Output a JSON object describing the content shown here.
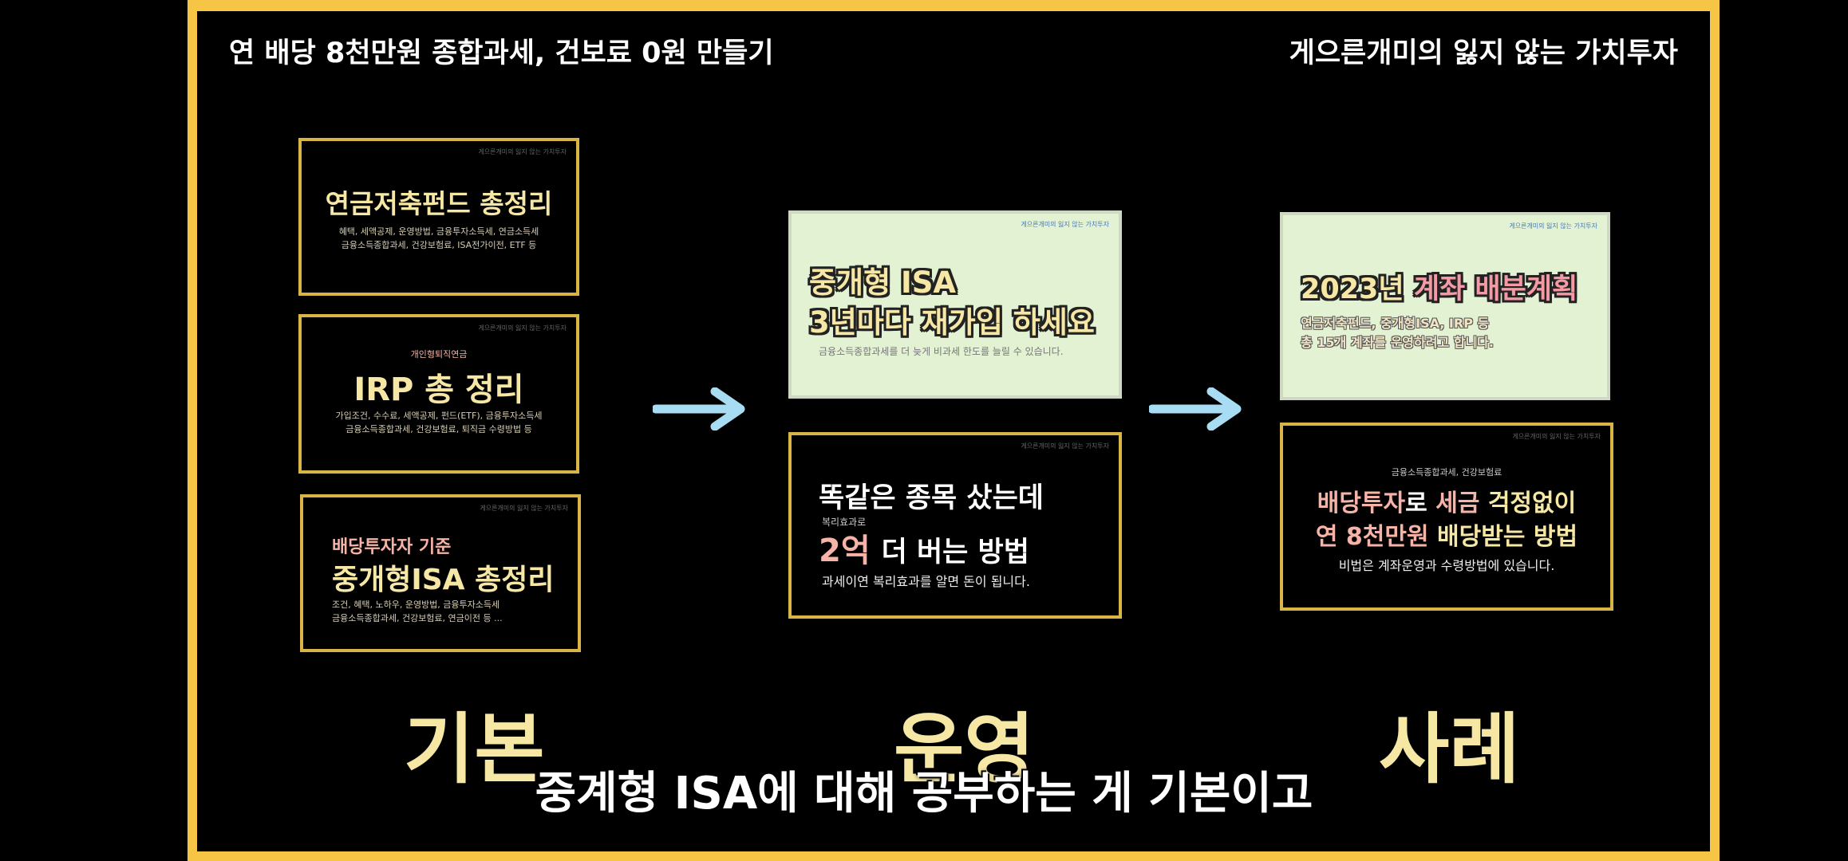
{
  "header": {
    "left_title": "연 배당 8천만원 종합과세, 건보료 0원 만들기",
    "right_title": "게으른개미의 잃지 않는 가치투자"
  },
  "cards": {
    "pension": {
      "title": "연금저축펀드 총정리",
      "line1": "혜택, 세액공제, 운영방법, 금융투자소득세, 연금소득세",
      "line2": "금융소득종합과세, 건강보험료, ISA전가이전, ETF 등"
    },
    "irp": {
      "pre": "개인형퇴직연금",
      "title": "IRP 총 정리",
      "line1": "가입조건, 수수료, 세액공제, 펀드(ETF), 금융투자소득세",
      "line2": "금융소득종합과세, 건강보험료, 퇴직금 수령방법 등"
    },
    "isa": {
      "pre": "배당투자자 기준",
      "title": "중개형ISA 총정리",
      "line1": "조건, 혜택, 노하우, 운영방법, 금융투자소득세",
      "line2": "금융소득종합과세, 건강보험료, 연금이전 등 ..."
    },
    "rejoin": {
      "title1": "중개형 ISA",
      "title2": "3년마다 재가입 하세요",
      "sub": "금융소득종합과세를 더 늦게 비과세 한도를 늘릴 수 있습니다."
    },
    "same_stock": {
      "title1": "똑같은 종목 샀는데",
      "small": "복리효과로",
      "amount": "2억",
      "title2": "더 버는 방법",
      "sub": "과세이연 복리효과를 알면 돈이 됩니다."
    },
    "plan": {
      "title_a": "2023년 ",
      "title_b": "계좌 배분계획",
      "line1": "연금저축펀드, 중개형ISA, IRP 등",
      "line2": "총 15개 계좌를 운영하려고 합니다."
    },
    "dividend": {
      "pre": "금융소득종합과세, 건강보험료",
      "t1a": "배당투자",
      "t1b": "로 ",
      "t1c": "세금",
      "t1d": " 걱정없이",
      "t2a": "연 8천만원",
      "t2b": " 배당받는 방법",
      "sub": "비법은 계좌운영과 수령방법에 있습니다."
    },
    "watermark": "게으른개미의 잃지 않는 가치투자"
  },
  "sections": {
    "basic": "기본",
    "operation": "운영",
    "example": "사례"
  },
  "subtitle": "중계형 ISA에 대해 공부하는 게 기본이고",
  "colors": {
    "frame": "#f7c545",
    "card_border": "#d9b545",
    "highlight": "#f6e7a5",
    "accent_pink": "#f7b3a7",
    "arrow": "#a8dcf2",
    "green_bg": "#e2f2d2"
  },
  "icons": [
    "arrow-right-icon",
    "arrow-right-icon"
  ]
}
